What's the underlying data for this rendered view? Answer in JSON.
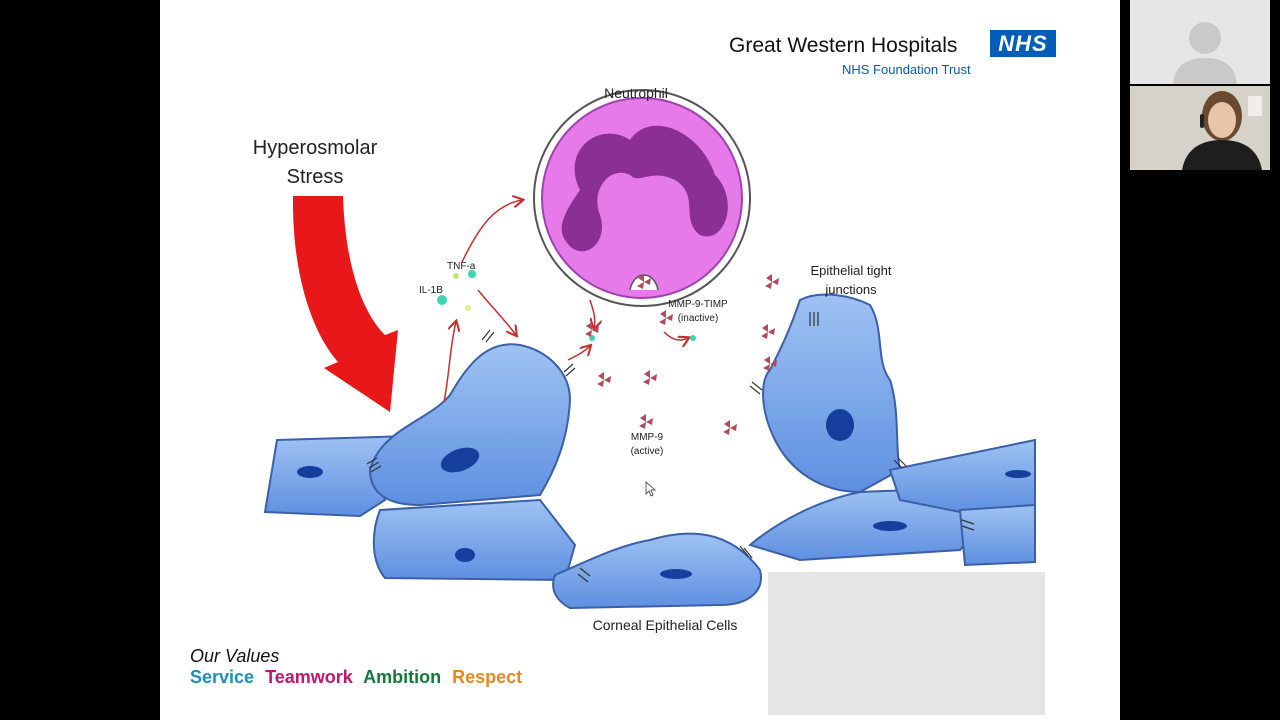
{
  "header": {
    "org_name": "Great Western Hospitals",
    "nhs_badge": "NHS",
    "org_subtitle": "NHS Foundation Trust"
  },
  "diagram": {
    "stress_label_1": "Hyperosmolar",
    "stress_label_2": "Stress",
    "neutrophil": "Neutrophil",
    "tnf": "TNF-a",
    "il1b": "IL-1B",
    "mmp9_timp_1": "MMP-9-TIMP",
    "mmp9_timp_2": "(inactive)",
    "tight_junctions_1": "Epithelial tight",
    "tight_junctions_2": "junctions",
    "mmp9_active_1": "MMP-9",
    "mmp9_active_2": "(active)",
    "corneal": "Corneal Epithelial Cells"
  },
  "values": {
    "title": "Our Values",
    "service": "Service",
    "teamwork": "Teamwork",
    "ambition": "Ambition",
    "respect": "Respect"
  },
  "colors": {
    "nhs_blue": "#005eb8",
    "service": "#1a8fc1",
    "teamwork": "#c4166f",
    "ambition": "#0f7a3c",
    "respect": "#e68a1e"
  },
  "participants": [
    {
      "icon": "person-placeholder-icon"
    },
    {
      "icon": "presenter-video"
    }
  ]
}
